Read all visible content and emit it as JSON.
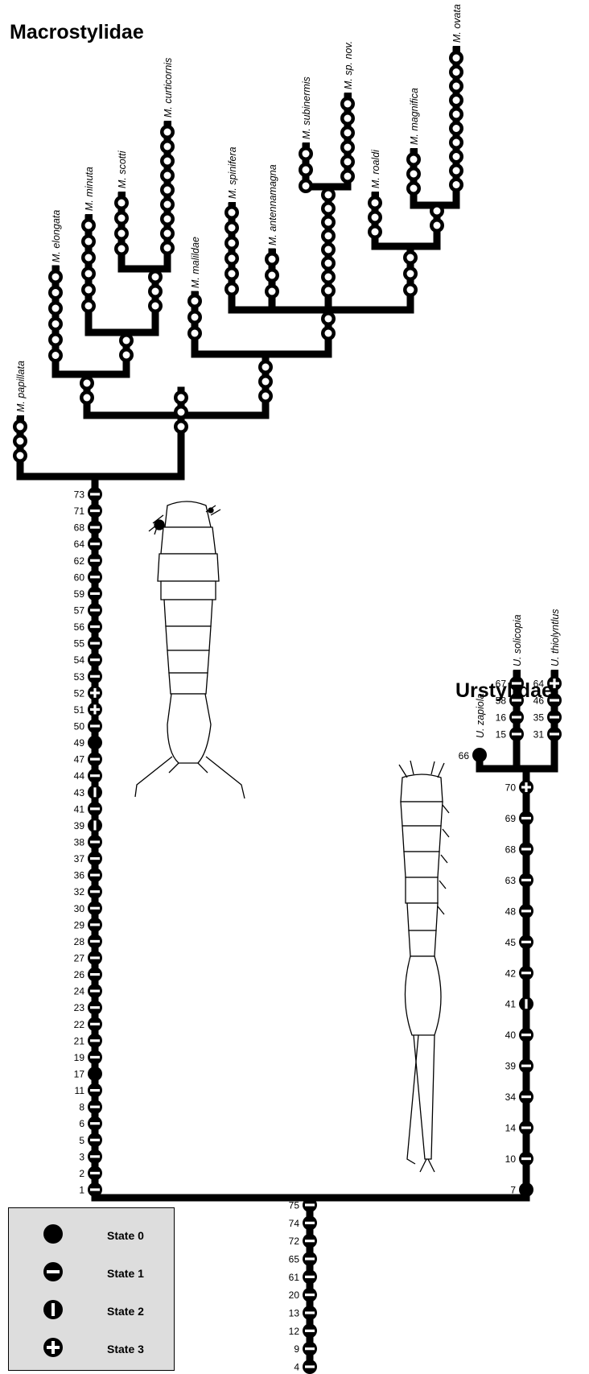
{
  "titles": {
    "macro": "Macrostylidae",
    "ur": "Urstylidae"
  },
  "taxa": {
    "papillata": "M. papillata",
    "elongata": "M. elongata",
    "minuta": "M. minuta",
    "scotti": "M. scotti",
    "curticornis": "M. curticornis",
    "malildae": "M. malildae",
    "spinifera": "M. spinifera",
    "antennamagna": "M. antennamagna",
    "subinermis": "M. subinermis",
    "spnov": "M. sp. nov.",
    "roaldi": "M. roaldi",
    "magnifica": "M. magnifica",
    "ovata": "M. ovata",
    "zapiola": "U. zapiola",
    "solicopia": "U. solicopia",
    "thiolyntlus": "U. thiolyntlus"
  },
  "legend": {
    "state0": "State 0",
    "state1": "State 1",
    "state2": "State 2",
    "state3": "State 3"
  },
  "characters": {
    "root": [
      {
        "n": "75",
        "s": 1
      },
      {
        "n": "74",
        "s": 1
      },
      {
        "n": "72",
        "s": 1
      },
      {
        "n": "65",
        "s": 1
      },
      {
        "n": "61",
        "s": 1
      },
      {
        "n": "20",
        "s": 1
      },
      {
        "n": "13",
        "s": 1
      },
      {
        "n": "12",
        "s": 1
      },
      {
        "n": "9",
        "s": 1
      },
      {
        "n": "4",
        "s": 1
      }
    ],
    "macrostylidae": [
      {
        "n": "73",
        "s": 1
      },
      {
        "n": "71",
        "s": 1
      },
      {
        "n": "68",
        "s": 1
      },
      {
        "n": "64",
        "s": 1
      },
      {
        "n": "62",
        "s": 1
      },
      {
        "n": "60",
        "s": 1
      },
      {
        "n": "59",
        "s": 1
      },
      {
        "n": "57",
        "s": 1
      },
      {
        "n": "56",
        "s": 1
      },
      {
        "n": "55",
        "s": 1
      },
      {
        "n": "54",
        "s": 1
      },
      {
        "n": "53",
        "s": 1
      },
      {
        "n": "52",
        "s": 3
      },
      {
        "n": "51",
        "s": 3
      },
      {
        "n": "50",
        "s": 1
      },
      {
        "n": "49",
        "s": 0
      },
      {
        "n": "47",
        "s": 1
      },
      {
        "n": "44",
        "s": 1
      },
      {
        "n": "43",
        "s": 2
      },
      {
        "n": "41",
        "s": 1
      },
      {
        "n": "39",
        "s": 2
      },
      {
        "n": "38",
        "s": 1
      },
      {
        "n": "37",
        "s": 1
      },
      {
        "n": "36",
        "s": 1
      },
      {
        "n": "32",
        "s": 1
      },
      {
        "n": "30",
        "s": 1
      },
      {
        "n": "29",
        "s": 1
      },
      {
        "n": "28",
        "s": 1
      },
      {
        "n": "27",
        "s": 1
      },
      {
        "n": "26",
        "s": 1
      },
      {
        "n": "24",
        "s": 1
      },
      {
        "n": "23",
        "s": 1
      },
      {
        "n": "22",
        "s": 1
      },
      {
        "n": "21",
        "s": 1
      },
      {
        "n": "19",
        "s": 1
      },
      {
        "n": "17",
        "s": 0
      },
      {
        "n": "11",
        "s": 1
      },
      {
        "n": "8",
        "s": 1
      },
      {
        "n": "6",
        "s": 1
      },
      {
        "n": "5",
        "s": 1
      },
      {
        "n": "3",
        "s": 1
      },
      {
        "n": "2",
        "s": 1
      },
      {
        "n": "1",
        "s": 1
      }
    ],
    "urstylidae": [
      {
        "n": "70",
        "s": 3
      },
      {
        "n": "69",
        "s": 1
      },
      {
        "n": "68",
        "s": 1
      },
      {
        "n": "63",
        "s": 1
      },
      {
        "n": "48",
        "s": 1
      },
      {
        "n": "45",
        "s": 1
      },
      {
        "n": "42",
        "s": 1
      },
      {
        "n": "41",
        "s": 2
      },
      {
        "n": "40",
        "s": 1
      },
      {
        "n": "39",
        "s": 1
      },
      {
        "n": "34",
        "s": 1
      },
      {
        "n": "14",
        "s": 1
      },
      {
        "n": "10",
        "s": 1
      },
      {
        "n": "7",
        "s": 0
      }
    ],
    "zapiola": [
      {
        "n": "66",
        "s": 0
      }
    ],
    "solicopia": [
      {
        "n": "67",
        "s": 1
      },
      {
        "n": "58",
        "s": 1
      },
      {
        "n": "16",
        "s": 1
      },
      {
        "n": "15",
        "s": 1
      }
    ],
    "thiolyntlus": [
      {
        "n": "64",
        "s": 3
      },
      {
        "n": "46",
        "s": 1
      },
      {
        "n": "35",
        "s": 1
      },
      {
        "n": "31",
        "s": 1
      }
    ]
  }
}
